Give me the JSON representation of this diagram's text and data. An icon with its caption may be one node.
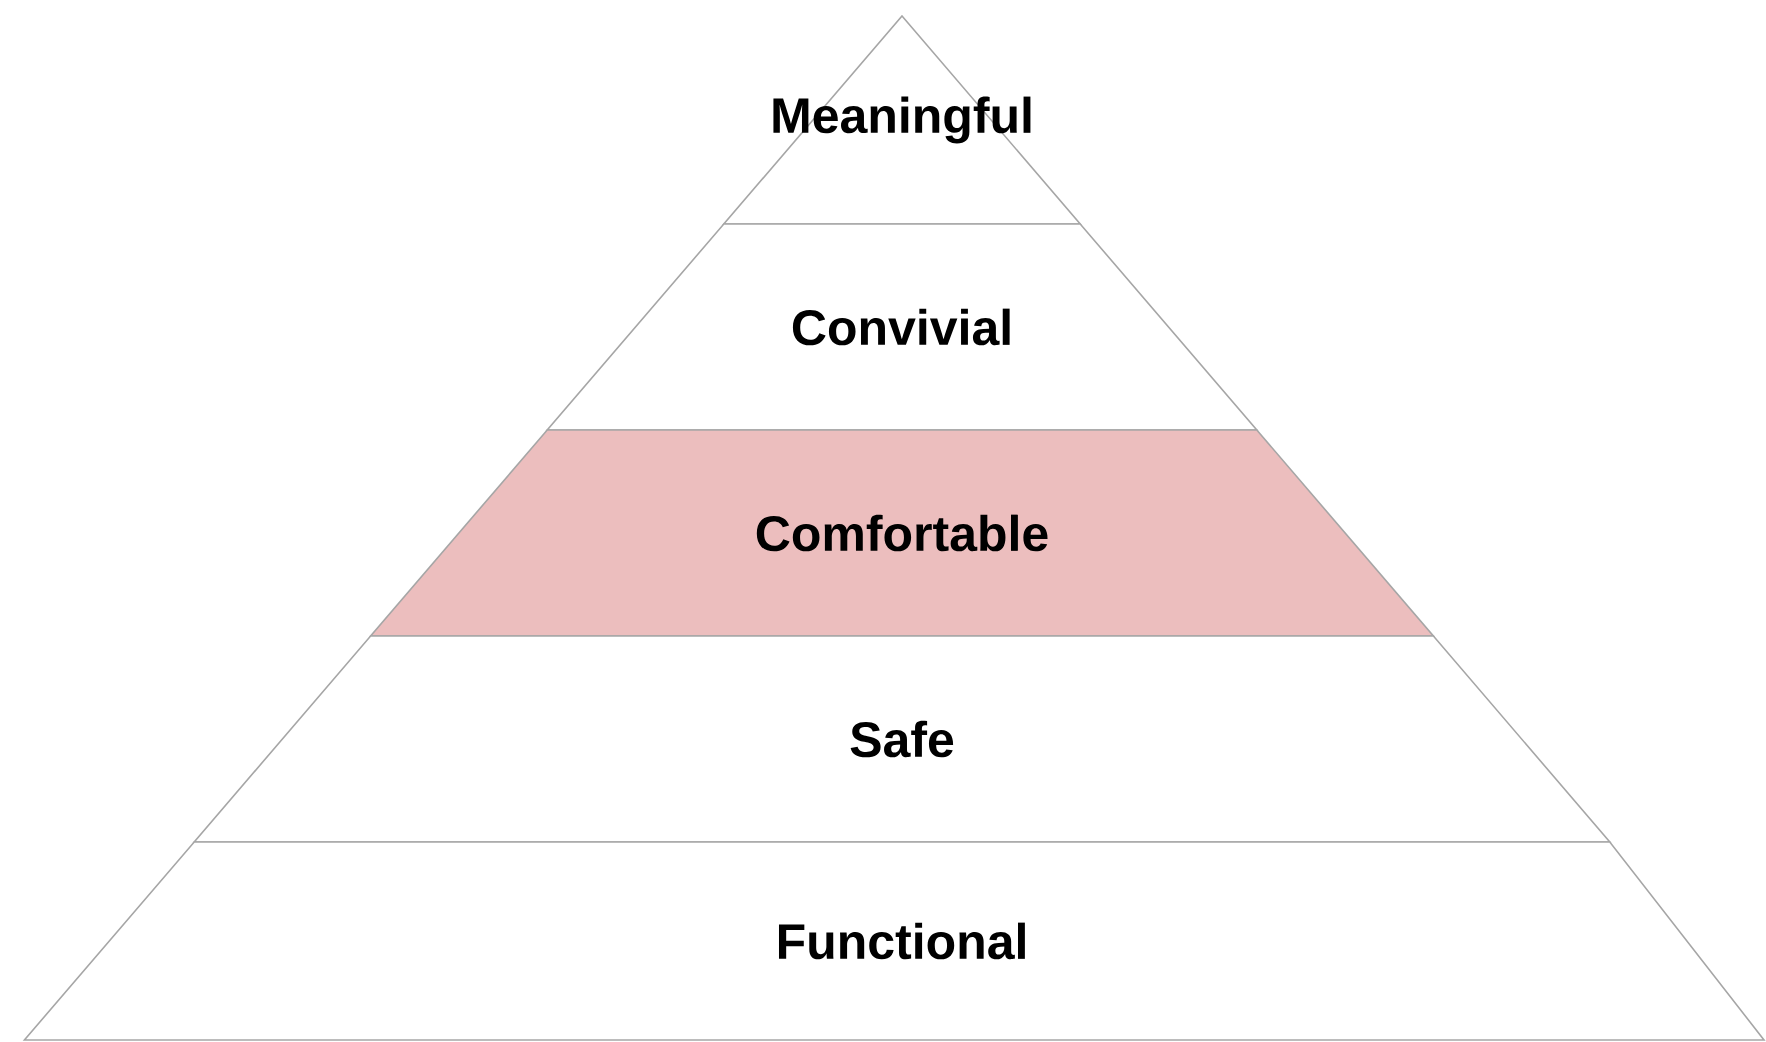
{
  "diagram": {
    "nodes": [
      {
        "text": [
          "Meaningful"
        ]
      },
      {
        "text": [
          "Convivial"
        ]
      },
      {
        "text": [
          "Comfortable"
        ]
      },
      {
        "text": [
          "Safe"
        ]
      },
      {
        "text": [
          "Functional"
        ]
      }
    ]
  }
}
